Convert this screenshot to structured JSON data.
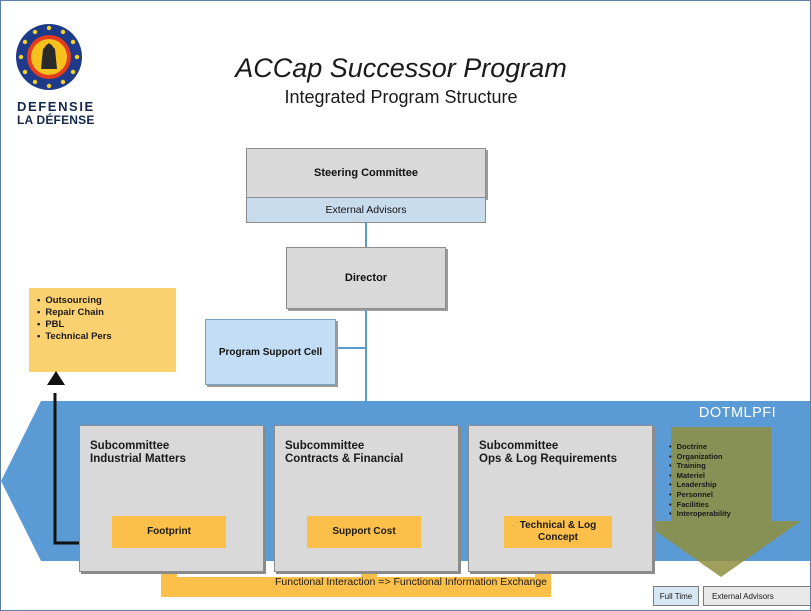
{
  "logo": {
    "line1": "DEFENSIE",
    "line2": "LA DÉFENSE"
  },
  "header": {
    "title": "ACCap Successor Program",
    "subtitle": "Integrated  Program Structure"
  },
  "org": {
    "steering": "Steering Committee",
    "advisors": "External Advisors",
    "director": "Director",
    "support_cell": "Program Support Cell"
  },
  "side_list": [
    "Outsourcing",
    "Repair Chain",
    "PBL",
    "Technical Pers"
  ],
  "subcommittees": [
    {
      "line1": "Subcommittee",
      "line2": "Industrial Matters",
      "footer": "Footprint"
    },
    {
      "line1": "Subcommittee",
      "line2": "Contracts & Financial",
      "footer": "Support Cost"
    },
    {
      "line1": "Subcommittee",
      "line2": "Ops & Log Requirements",
      "footer": "Technical & Log Concept"
    }
  ],
  "interaction": "Functional Interaction => Functional Information Exchange",
  "dotmlpfi": {
    "title": "DOTMLPFI",
    "items": [
      "Doctrine",
      "Organization",
      "Training",
      "Materiel",
      "Leadership",
      "Personnel",
      "Facilities",
      "Interoperability"
    ]
  },
  "legend": {
    "full_time": "Full Time",
    "external": "External Advisors"
  },
  "colors": {
    "band": "#5b9bd5",
    "box_gray": "#d9d9d9",
    "box_blue": "#c9dced",
    "yellow": "#fcbf49",
    "olive_arrow": "#8f8f3f"
  }
}
